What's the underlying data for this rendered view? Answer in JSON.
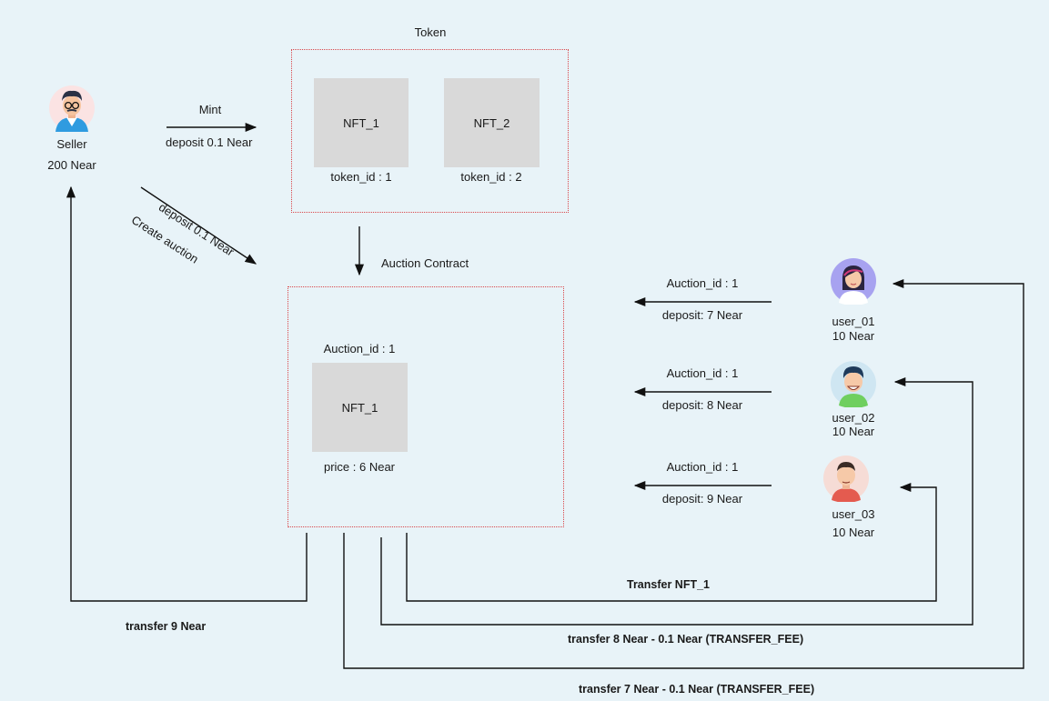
{
  "token_title": "Token",
  "seller": {
    "name": "Seller",
    "balance": "200 Near"
  },
  "mint": {
    "label": "Mint",
    "deposit": "deposit 0.1 Near"
  },
  "create": {
    "deposit": "deposit 0.1 Near",
    "action": "Create auction"
  },
  "tokens": [
    {
      "name": "NFT_1",
      "id_label": "token_id : 1"
    },
    {
      "name": "NFT_2",
      "id_label": "token_id : 2"
    }
  ],
  "auction": {
    "title": "Auction Contract",
    "id_label": "Auction_id : 1",
    "nft": "NFT_1",
    "price": "price : 6 Near"
  },
  "bids": [
    {
      "auction": "Auction_id : 1",
      "deposit": "deposit:  7 Near"
    },
    {
      "auction": "Auction_id : 1",
      "deposit": "deposit:  8 Near"
    },
    {
      "auction": "Auction_id : 1",
      "deposit": "deposit:  9 Near"
    }
  ],
  "users": [
    {
      "name": "user_01",
      "balance": "10 Near"
    },
    {
      "name": "user_02",
      "balance": "10 Near"
    },
    {
      "name": "user_03",
      "balance": "10 Near"
    }
  ],
  "transfers": {
    "seller": "transfer 9 Near",
    "nft": "Transfer NFT_1",
    "user02": "transfer 8 Near - 0.1 Near (TRANSFER_FEE)",
    "user01": "transfer 7 Near - 0.1 Near (TRANSFER_FEE)"
  }
}
